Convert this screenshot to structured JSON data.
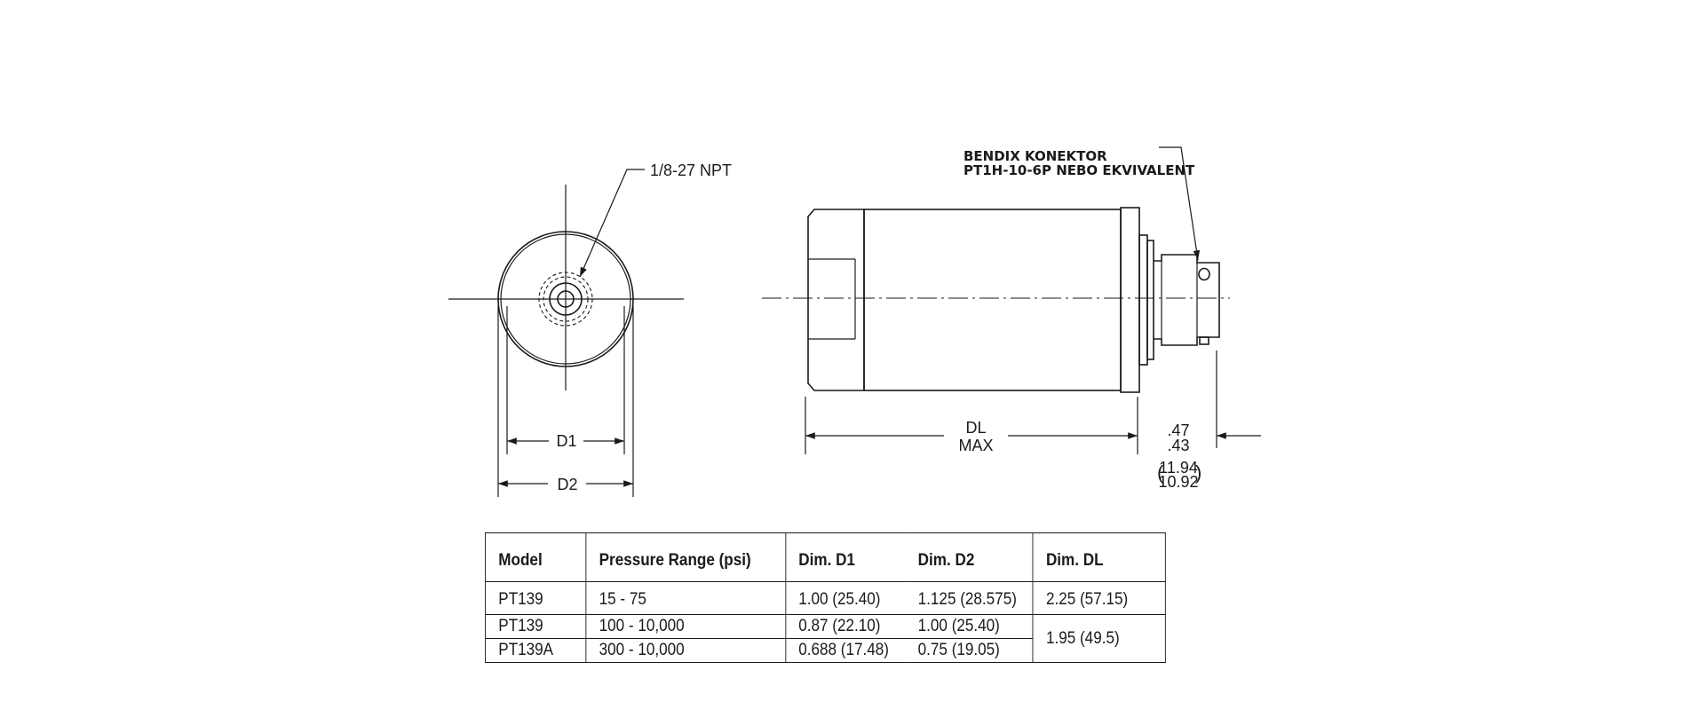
{
  "labels": {
    "thread": "1/8-27 NPT",
    "connector_line1": "BENDIX KONEKTOR",
    "connector_line2": "PT1H-10-6P NEBO EKVIVALENT",
    "d1": "D1",
    "d2": "D2",
    "dl": "DL",
    "dl_max": "MAX",
    "conn_len_in_top": ".47",
    "conn_len_in_bottom": ".43",
    "conn_len_mm_top": "11.94",
    "conn_len_mm_bottom": "10.92",
    "paren_open": "(",
    "paren_close": ")"
  },
  "table": {
    "headers": [
      "Model",
      "Pressure Range (psi)",
      "Dim. D1",
      "Dim. D2",
      "Dim. DL"
    ],
    "rows": [
      [
        "PT139",
        "15 - 75",
        "1.00 (25.40)",
        "1.125 (28.575)",
        "2.25 (57.15)"
      ],
      [
        "PT139",
        "100 - 10,000",
        "0.87 (22.10)",
        "1.00 (25.40)",
        "1.95 (49.5)"
      ],
      [
        "PT139A",
        "300 - 10,000",
        "0.688 (17.48)",
        "0.75 (19.05)",
        ""
      ]
    ]
  }
}
